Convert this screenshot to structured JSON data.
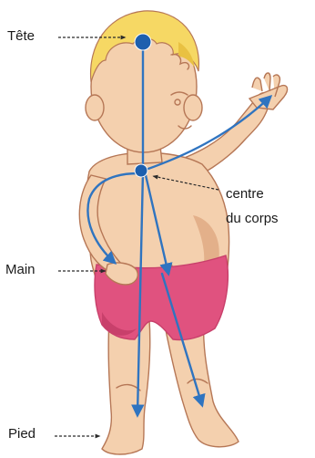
{
  "labels": {
    "head": "Tête",
    "center_line1": "centre",
    "center_line2": "du corps",
    "hand": "Main",
    "foot": "Pied"
  },
  "colors": {
    "skin": "#f4d0ae",
    "skin_shadow": "#e3b08a",
    "outline": "#b67756",
    "hair": "#f6d864",
    "hair_shadow": "#e9c142",
    "diaper": "#e0527f",
    "diaper_shadow": "#c8406b",
    "arrow": "#2f74c0",
    "dot": "#1d5fae",
    "pointer": "#2a2a2a"
  }
}
